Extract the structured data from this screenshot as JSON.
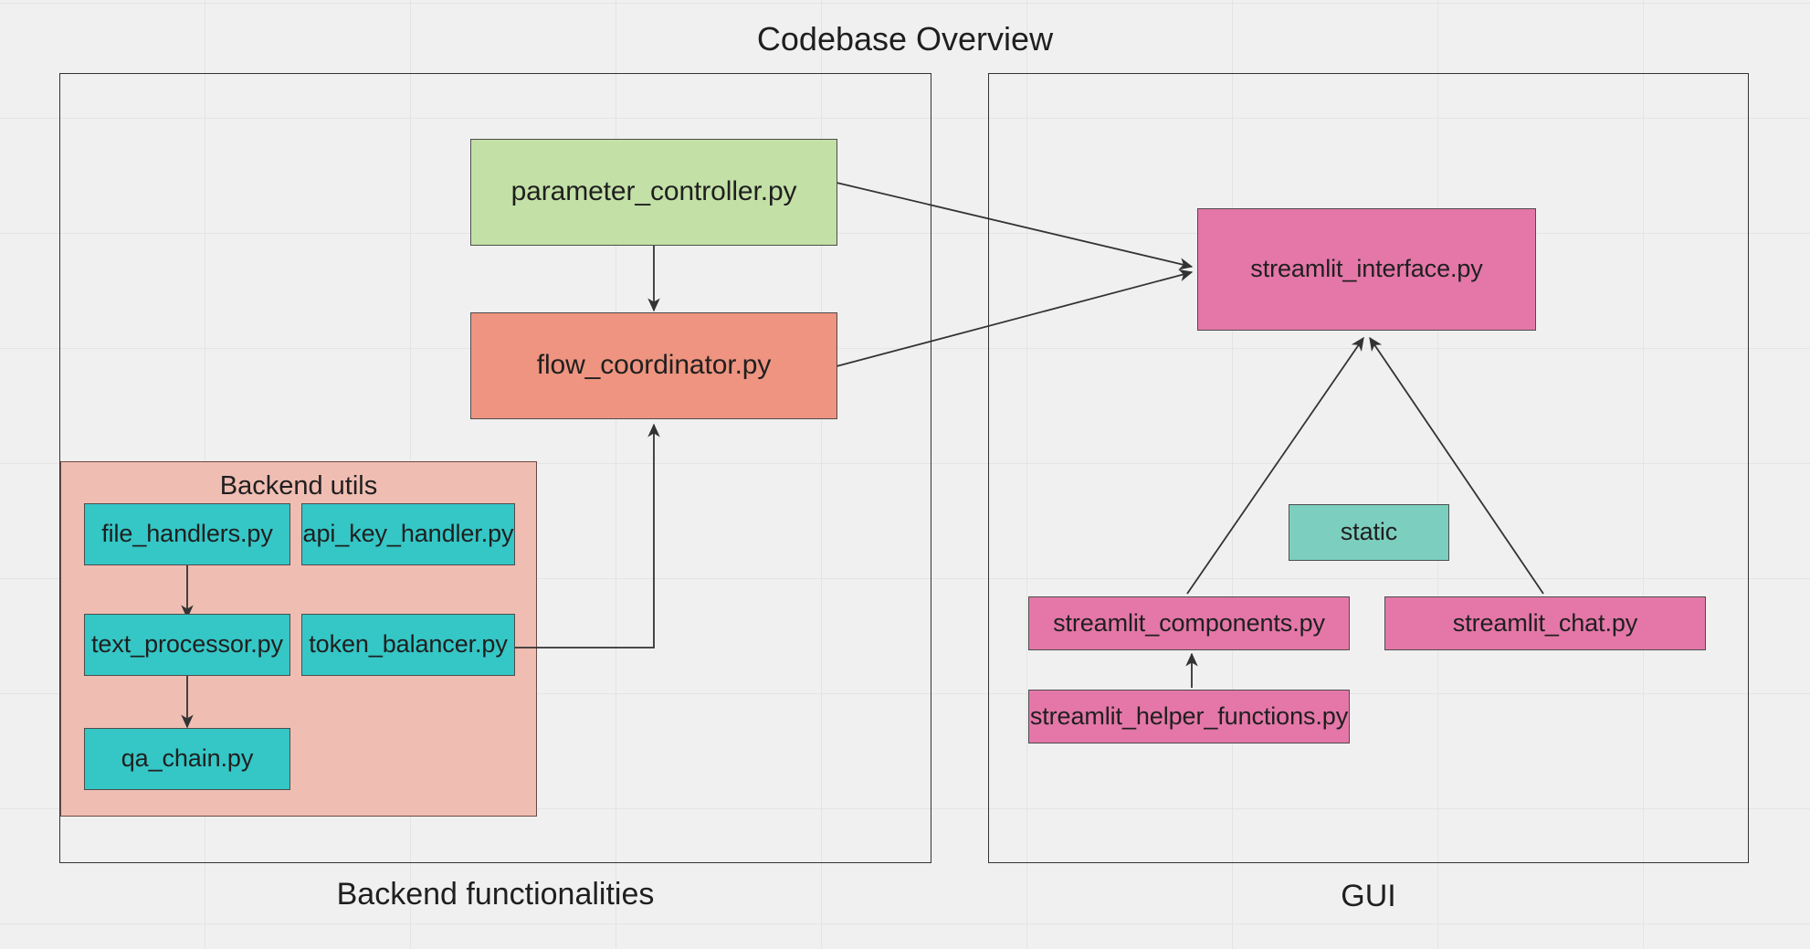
{
  "diagram": {
    "title": "Codebase Overview",
    "background_color": "#f0f0f0",
    "grid_color": "#e4e4e4",
    "edge_color": "#333333"
  },
  "clusters": {
    "backend": {
      "label": "Backend functionalities",
      "border_color": "#333333",
      "fill_color": "transparent"
    },
    "gui": {
      "label": "GUI",
      "border_color": "#333333",
      "fill_color": "transparent"
    },
    "backend_utils": {
      "label": "Backend utils",
      "border_color": "#6b4a44",
      "fill_color": "#f0bdb3"
    }
  },
  "nodes": {
    "parameter_controller": {
      "label": "parameter_controller.py",
      "color": "#c3e0a6"
    },
    "flow_coordinator": {
      "label": "flow_coordinator.py",
      "color": "#ee9480"
    },
    "file_handlers": {
      "label": "file_handlers.py",
      "color": "#35c6c6"
    },
    "api_key_handler": {
      "label": "api_key_handler.py",
      "color": "#35c6c6"
    },
    "text_processor": {
      "label": "text_processor.py",
      "color": "#35c6c6"
    },
    "token_balancer": {
      "label": "token_balancer.py",
      "color": "#35c6c6"
    },
    "qa_chain": {
      "label": "qa_chain.py",
      "color": "#35c6c6"
    },
    "streamlit_interface": {
      "label": "streamlit_interface.py",
      "color": "#e477a8"
    },
    "static": {
      "label": "static",
      "color": "#7ccfbe"
    },
    "streamlit_components": {
      "label": "streamlit_components.py",
      "color": "#e477a8"
    },
    "streamlit_chat": {
      "label": "streamlit_chat.py",
      "color": "#e477a8"
    },
    "streamlit_helper_functions": {
      "label": "streamlit_helper_functions.py",
      "color": "#e477a8"
    }
  },
  "edges": [
    {
      "from": "parameter_controller",
      "to": "flow_coordinator"
    },
    {
      "from": "parameter_controller",
      "to": "streamlit_interface"
    },
    {
      "from": "flow_coordinator",
      "to": "streamlit_interface"
    },
    {
      "from": "file_handlers",
      "to": "text_processor"
    },
    {
      "from": "text_processor",
      "to": "qa_chain"
    },
    {
      "from": "token_balancer",
      "to": "flow_coordinator"
    },
    {
      "from": "streamlit_components",
      "to": "streamlit_interface"
    },
    {
      "from": "streamlit_chat",
      "to": "streamlit_interface"
    },
    {
      "from": "streamlit_helper_functions",
      "to": "streamlit_components"
    }
  ]
}
